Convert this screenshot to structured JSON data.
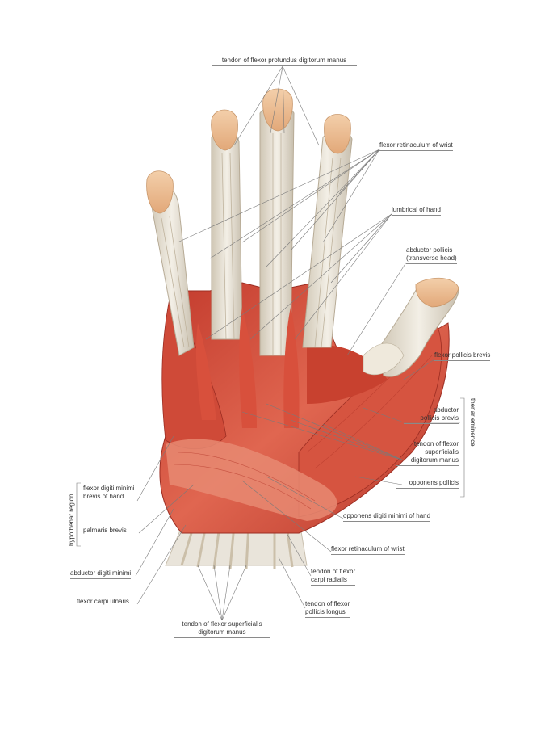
{
  "labels": {
    "flexor_profundus_tendon": "tendon of flexor profundus digitorum manus",
    "flexor_retinaculum_top": "flexor retinaculum of wrist",
    "lumbrical": "lumbrical of hand",
    "abductor_pollicis_l1": "abductor pollicis",
    "abductor_pollicis_l2": "(transverse head)",
    "flexor_pollicis_brevis": "flexor pollicis brevis",
    "abductor_pollicis_brevis_l1": "abductor",
    "abductor_pollicis_brevis_l2": "pollicis brevis",
    "tendon_superficialis_right_l1": "tendon of flexor",
    "tendon_superficialis_right_l2": "superficialis",
    "tendon_superficialis_right_l3": "digitorum manus",
    "opponens_pollicis": "opponens pollicis",
    "opponens_digiti_minimi": "opponens digiti minimi of hand",
    "flexor_retinaculum_bottom": "flexor retinaculum of wrist",
    "flexor_carpi_radialis_l1": "tendon of flexor",
    "flexor_carpi_radialis_l2": "carpi radialis",
    "flexor_pollicis_longus_l1": "tendon of flexor",
    "flexor_pollicis_longus_l2": "pollicis longus",
    "flexor_superficialis_bottom_l1": "tendon of flexor superficialis",
    "flexor_superficialis_bottom_l2": "digitorum manus",
    "flexor_digiti_minimi_l1": "flexor digiti minimi",
    "flexor_digiti_minimi_l2": "brevis of hand",
    "palmaris_brevis": "palmaris brevis",
    "abductor_digiti_minimi": "abductor digiti minimi",
    "flexor_carpi_ulnaris": "flexor carpi ulnaris",
    "hypothenar_region": "hypothenar region",
    "thenar_eminence": "thenar eminence"
  },
  "colors": {
    "muscle": "#d9503f",
    "muscle_dark": "#b8372a",
    "tendon": "#e7e2d6",
    "skin": "#f2c9a3",
    "leader": "#7a7a7a"
  }
}
